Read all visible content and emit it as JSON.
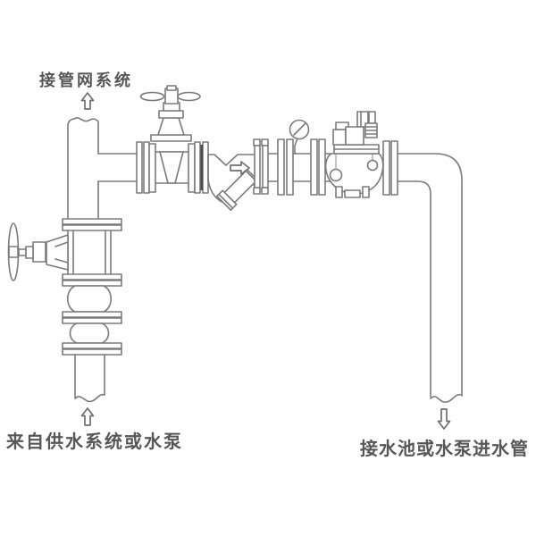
{
  "labels": {
    "top_outlet": "接管网系统",
    "bottom_inlet": "来自供水系统或水泵",
    "right_outlet": "接水池或水泵进水管"
  },
  "icons": [
    {
      "name": "flow-arrow-top-icon",
      "glyph": "hollow-up-arrow"
    },
    {
      "name": "flow-arrow-bottom-icon",
      "glyph": "hollow-up-arrow"
    },
    {
      "name": "flow-arrow-right-outlet-icon",
      "glyph": "hollow-down-arrow"
    },
    {
      "name": "flow-direction-arrow-icon",
      "glyph": "hollow-right-arrow"
    }
  ],
  "colors": {
    "background": "#fefefe",
    "line": "#7b7b7b",
    "text": "#575757",
    "gasket": "#4d4d4d"
  },
  "components": [
    "riser-pipe",
    "tee-branch",
    "gate-valve-with-handwheel",
    "y-strainer",
    "pressure-gauge",
    "pilot-control-valve",
    "outlet-elbow-pipe",
    "side-gate-valve",
    "rubber-joint-upper",
    "rubber-joint-lower",
    "flange-pairs",
    "supply-pipe"
  ]
}
